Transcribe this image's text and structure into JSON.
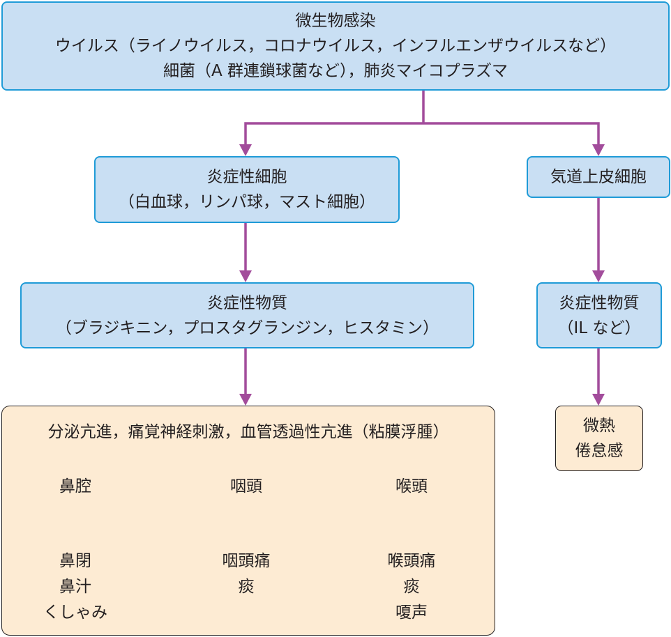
{
  "colors": {
    "box_blue_fill": "#c9dff3",
    "box_blue_border": "#1f9bd7",
    "box_peach_fill": "#fdebd3",
    "box_peach_border": "#231f20",
    "arrow": "#a24c9b",
    "text": "#231f20"
  },
  "nodes": {
    "microbial_infection": {
      "lines": [
        "微生物感染",
        "ウイルス（ライノウイルス，コロナウイルス，インフルエンザウイルスなど）",
        "細菌（A 群連鎖球菌など），肺炎マイコプラズマ"
      ]
    },
    "inflammatory_cells": {
      "lines": [
        "炎症性細胞",
        "（白血球，リンパ球，マスト細胞）"
      ]
    },
    "airway_epithelial_cells": {
      "lines": [
        "気道上皮細胞"
      ]
    },
    "inflammatory_mediators_left": {
      "lines": [
        "炎症性物質",
        "（ブラジキニン，プロスタグランジン，ヒスタミン）"
      ]
    },
    "inflammatory_mediators_right": {
      "lines": [
        "炎症性物質",
        "（IL など）"
      ]
    },
    "local_effects": {
      "header": "分泌亢進，痛覚神経刺激，血管透過性亢進（粘膜浮腫）",
      "sites": [
        {
          "site": "鼻腔",
          "symptoms": [
            "鼻閉",
            "鼻汁",
            "くしゃみ"
          ]
        },
        {
          "site": "咽頭",
          "symptoms": [
            "咽頭痛",
            "痰"
          ]
        },
        {
          "site": "喉頭",
          "symptoms": [
            "喉頭痛",
            "痰",
            "嗄声"
          ]
        }
      ]
    },
    "systemic_effects": {
      "lines": [
        "微熱",
        "倦怠感"
      ]
    }
  }
}
